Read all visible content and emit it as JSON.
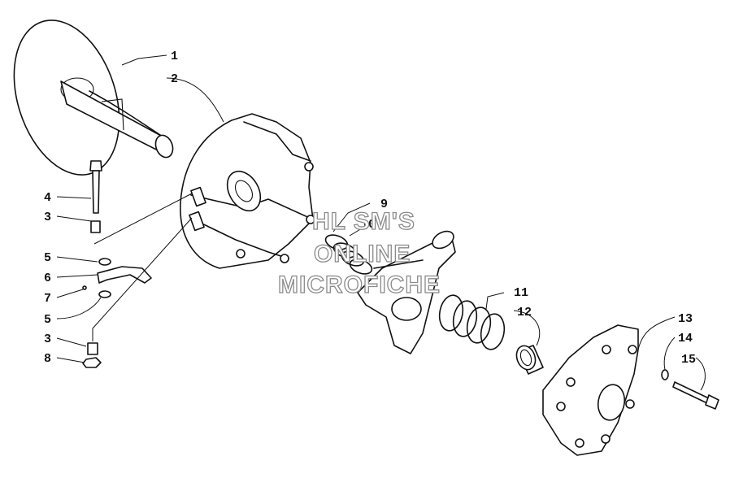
{
  "callouts": [
    {
      "id": "c1",
      "label": "1"
    },
    {
      "id": "c2",
      "label": "2"
    },
    {
      "id": "c4",
      "label": "4"
    },
    {
      "id": "c3a",
      "label": "3"
    },
    {
      "id": "c5a",
      "label": "5"
    },
    {
      "id": "c6",
      "label": "6"
    },
    {
      "id": "c7",
      "label": "7"
    },
    {
      "id": "c5b",
      "label": "5"
    },
    {
      "id": "c3b",
      "label": "3"
    },
    {
      "id": "c8",
      "label": "8"
    },
    {
      "id": "c9",
      "label": "9"
    },
    {
      "id": "c10",
      "label": "10"
    },
    {
      "id": "c11",
      "label": "11"
    },
    {
      "id": "c12",
      "label": "12"
    },
    {
      "id": "c13",
      "label": "13"
    },
    {
      "id": "c14",
      "label": "14"
    },
    {
      "id": "c15",
      "label": "15"
    }
  ],
  "watermark": {
    "line1": "HL SM'S",
    "line2": "ONLINE",
    "line3": "MICROFICHE"
  }
}
